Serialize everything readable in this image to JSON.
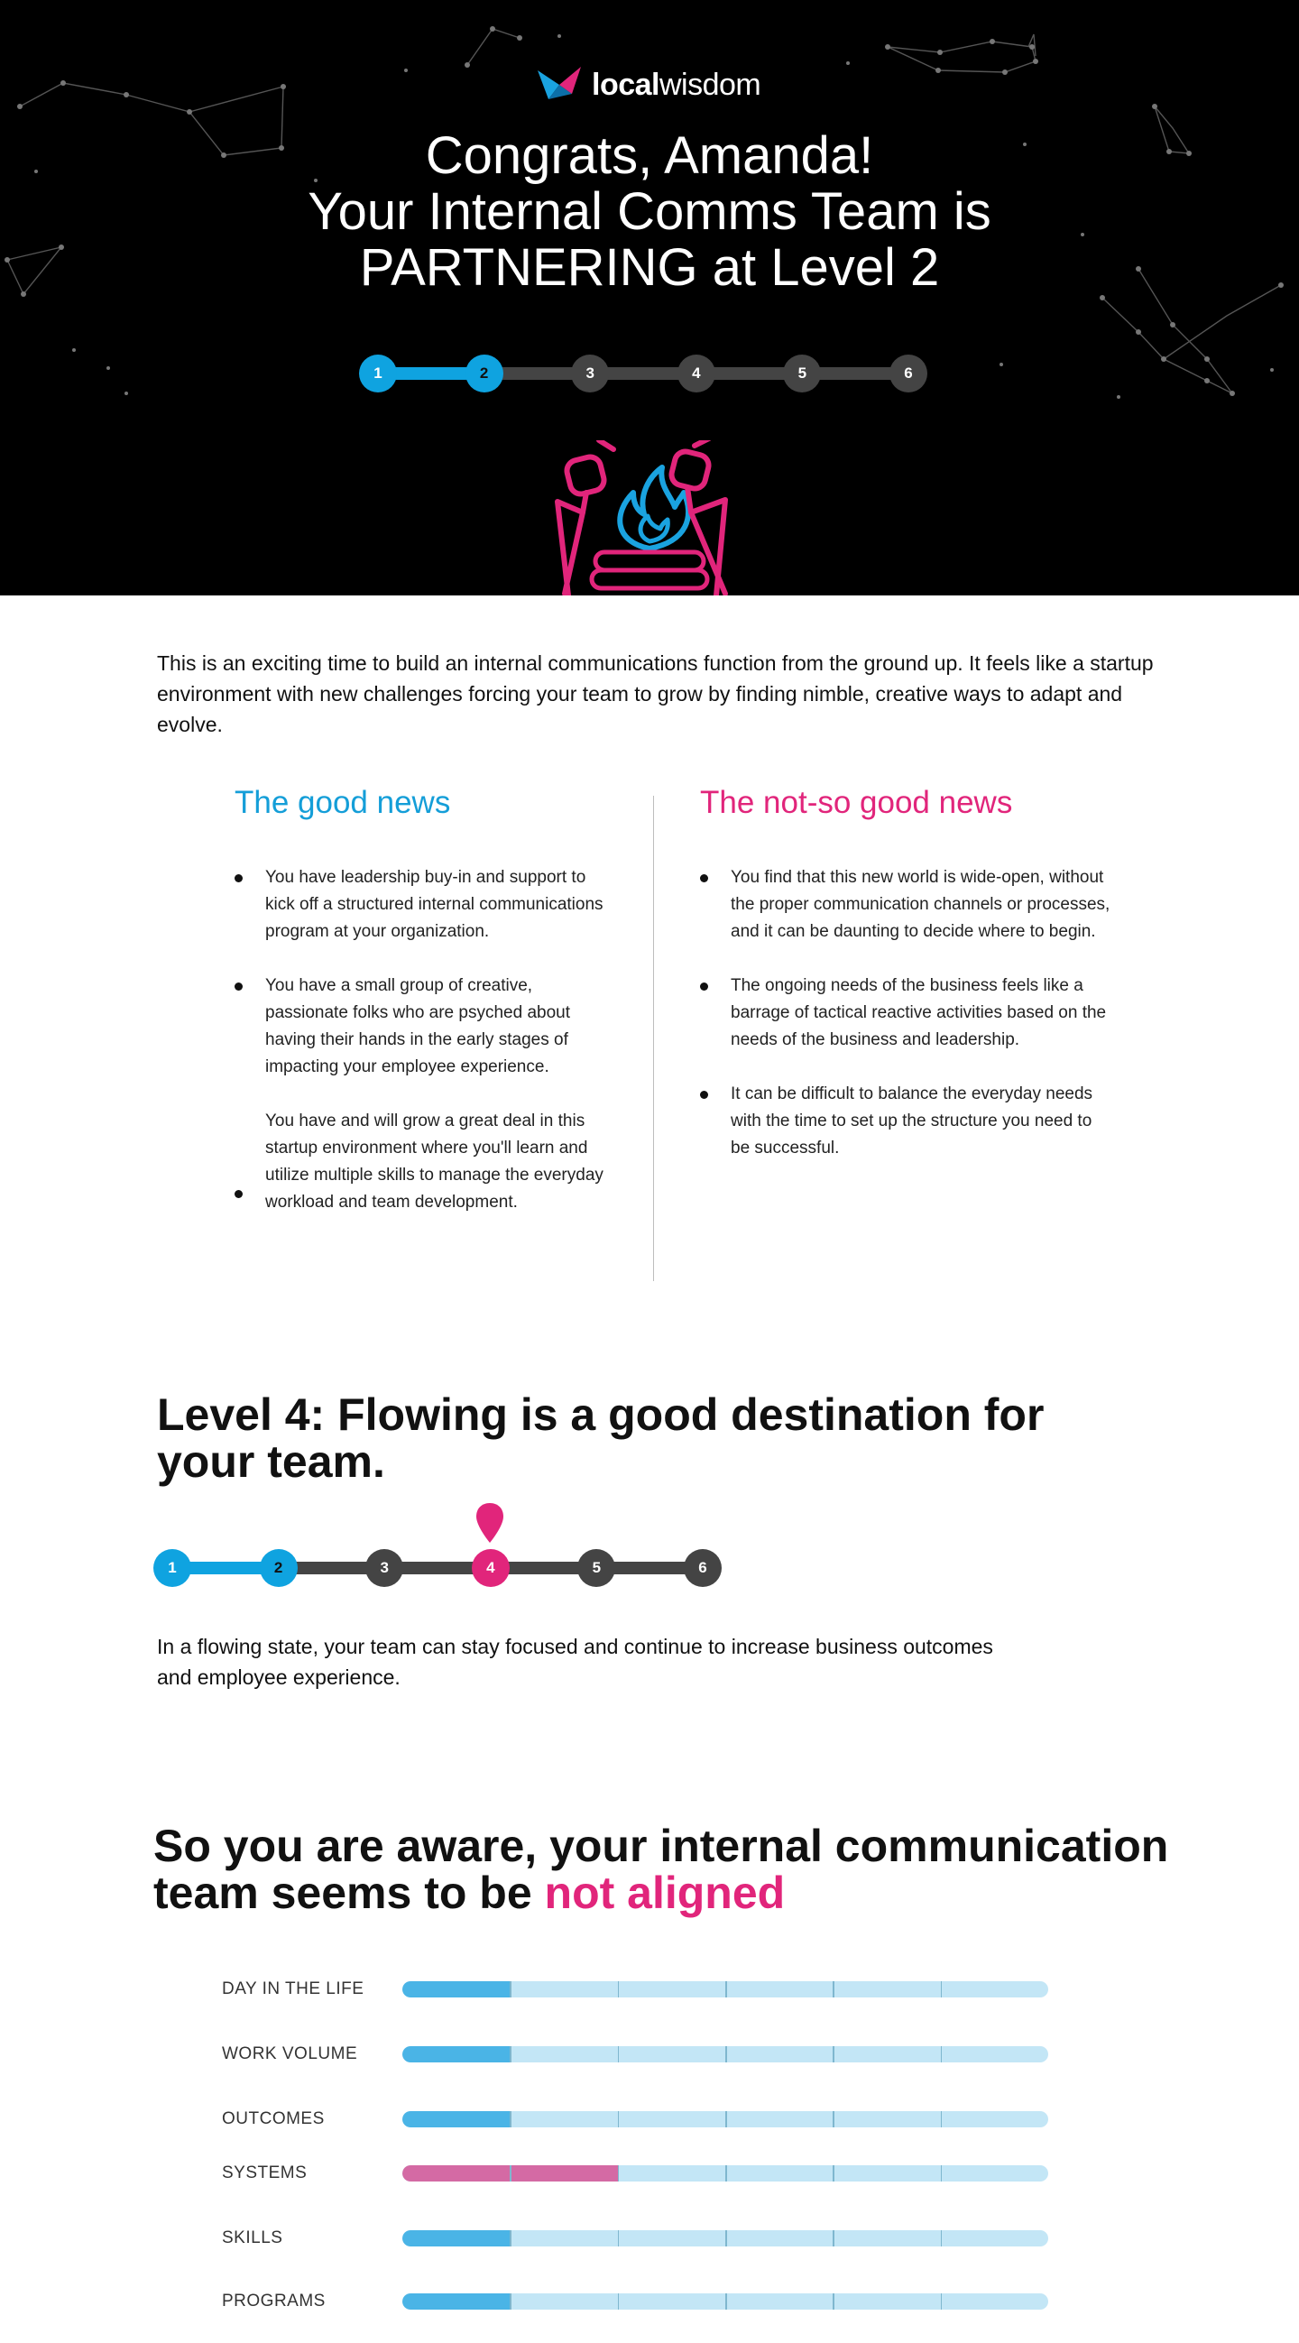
{
  "brand": {
    "name_bold": "local",
    "name_light": "wisdom",
    "logo_icon": "local-wisdom-logo-icon"
  },
  "hero": {
    "title_lines": [
      "Congrats, Amanda!",
      "Your Internal Comms Team is",
      "PARTNERING at Level 2"
    ],
    "current_level": 2,
    "steps": [
      "1",
      "2",
      "3",
      "4",
      "5",
      "6"
    ],
    "illustration": "campfire-marshmallow-icon"
  },
  "intro": {
    "text": "This is an exciting time to build an internal communications function from the ground up. It feels like a startup environment with new challenges forcing your team to grow by finding nimble, creative ways to adapt and evolve."
  },
  "good_news": {
    "heading": "The good news",
    "items": [
      "You have leadership buy-in and support to kick off a structured internal communications program at your organization.",
      "You have a small group of creative, passionate folks who are psyched about having their hands in the early stages of impacting your employee experience.",
      "You have and will grow a great deal in this startup environment where you'll learn and utilize multiple skills to manage the everyday workload and team development."
    ]
  },
  "bad_news": {
    "heading": "The not-so good news",
    "items": [
      "You find that this new world is wide-open, without the proper communication channels or processes, and it can be daunting to decide where to begin.",
      "The ongoing needs of the business feels like a barrage of tactical reactive activities based on the needs of the business and leadership.",
      "It can be difficult to balance the everyday needs with the time to set up the structure you need to be successful."
    ]
  },
  "destination": {
    "title": "Level 4: Flowing is a good destination for your team.",
    "current_level": 2,
    "target_level": 4,
    "steps": [
      "1",
      "2",
      "3",
      "4",
      "5",
      "6"
    ],
    "marker_icon": "map-pin-icon",
    "text": "In a flowing state, your team can stay focused and continue to increase business outcomes and employee experience."
  },
  "alignment": {
    "title_prefix": "So you are aware, your internal communication team seems to be ",
    "title_highlight": "not aligned",
    "segments": 6,
    "metrics": [
      {
        "label": "DAY IN THE LIFE",
        "level": 1,
        "color": "#4ab4e6"
      },
      {
        "label": "WORK VOLUME",
        "level": 1,
        "color": "#4ab4e6"
      },
      {
        "label": "OUTCOMES",
        "level": 1,
        "color": "#4ab4e6"
      },
      {
        "label": "SYSTEMS",
        "level": 2,
        "color": "#d46aa4"
      },
      {
        "label": "SKILLS",
        "level": 1,
        "color": "#4ab4e6"
      },
      {
        "label": "PROGRAMS",
        "level": 1,
        "color": "#4ab4e6"
      }
    ]
  },
  "colors": {
    "blue": "#0fa3e0",
    "pink": "#e1257b",
    "dark_node": "#444444",
    "track_light": "#c3e6f6"
  }
}
